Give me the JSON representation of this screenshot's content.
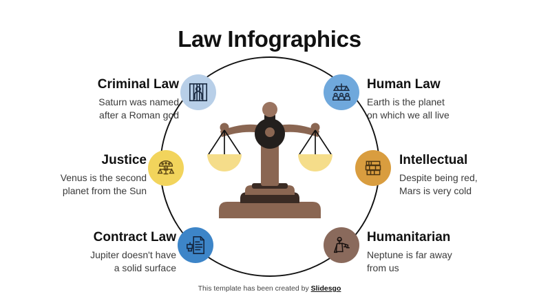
{
  "title": "Law Infographics",
  "footer": {
    "prefix": "This template has been created by ",
    "brand": "Slidesgo"
  },
  "colors": {
    "ring": "#111111",
    "criminal": "#b8cfe8",
    "human": "#6fa8dc",
    "justice": "#f2d45c",
    "intellectual": "#d99d3f",
    "contract": "#3d85c8",
    "humanitarian": "#8a6a5c",
    "icon_stroke": "#1d2d44",
    "scale_wood": "#8a6652",
    "scale_wood_dark": "#6d4f3f",
    "scale_pan": "#f5dd8a",
    "scale_robe": "#231f1d",
    "heading": "#111111",
    "body_text": "#3a3a3a"
  },
  "items": [
    {
      "id": "criminal-law",
      "heading": "Criminal Law",
      "body": "Saturn was named\nafter a Roman god",
      "body_line1": "Saturn was named",
      "body_line2": "after a Roman god",
      "icon": "prisoner-behind-bars-icon",
      "color": "#b8cfe8"
    },
    {
      "id": "human-law",
      "heading": "Human Law",
      "body": "Earth is the planet\non which we all live",
      "body_line1": "Earth is the planet",
      "body_line2": "on which we all live",
      "icon": "scales-over-jury-icon",
      "color": "#6fa8dc"
    },
    {
      "id": "justice",
      "heading": "Justice",
      "body": "Venus is the second\nplanet from the Sun",
      "body_line1": "Venus is the second",
      "body_line2": "planet from the Sun",
      "icon": "judge-with-scales-icon",
      "color": "#f2d45c"
    },
    {
      "id": "intellectual",
      "heading": "Intellectual",
      "body": "Despite being red,\nMars is very cold",
      "body_line1": "Despite being red,",
      "body_line2": "Mars is very cold",
      "icon": "stacked-law-books-icon",
      "color": "#d99d3f"
    },
    {
      "id": "contract-law",
      "heading": "Contract Law",
      "body": "Jupiter doesn't have\na solid surface",
      "body_line1": "Jupiter doesn't have",
      "body_line2": "a solid surface",
      "icon": "contract-document-stamp-icon",
      "color": "#3d85c8"
    },
    {
      "id": "humanitarian",
      "heading": "Humanitarian",
      "body": "Neptune is far away\nfrom us",
      "body_line1": "Neptune is far away",
      "body_line2": "from us",
      "icon": "lady-justice-statue-icon",
      "color": "#8a6a5c"
    }
  ],
  "center_illustration": {
    "name": "balance-scales-illustration",
    "description": "Wooden balance scales with two yellow pans"
  }
}
